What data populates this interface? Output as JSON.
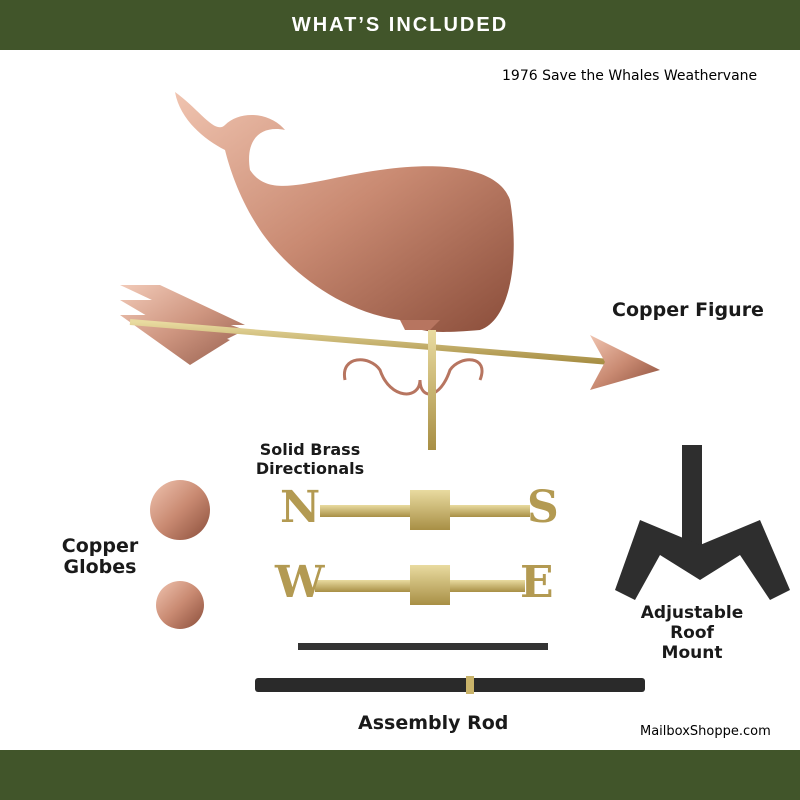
{
  "header": {
    "title": "WHAT’S INCLUDED"
  },
  "product_name": "1976 Save the Whales Weathervane",
  "labels": {
    "copper_figure": "Copper Figure",
    "brass_directionals": [
      "Solid Brass",
      "Directionals"
    ],
    "copper_globes": [
      "Copper",
      "Globes"
    ],
    "roof_mount": [
      "Adjustable",
      "Roof",
      "Mount"
    ],
    "assembly_rod": "Assembly Rod"
  },
  "directionals": [
    "N",
    "S",
    "W",
    "E"
  ],
  "watermark": "MailboxShoppe.com",
  "colors": {
    "band": "#41552a",
    "copper": "#c98a72",
    "brass": "#c9b36a",
    "rod": "#333333"
  }
}
